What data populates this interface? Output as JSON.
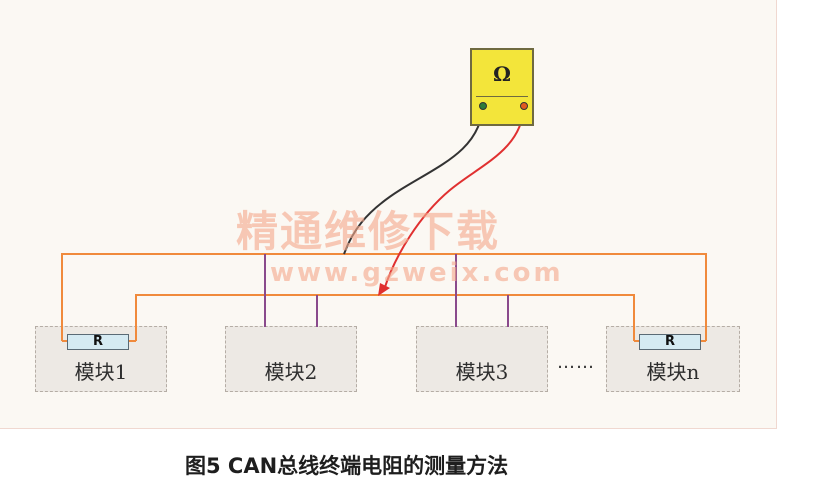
{
  "meter": {
    "symbol": "Ω"
  },
  "modules": [
    {
      "label": "模块1",
      "has_resistor": true
    },
    {
      "label": "模块2",
      "has_resistor": false
    },
    {
      "label": "模块3",
      "has_resistor": false
    },
    {
      "label": "模块n",
      "has_resistor": true
    }
  ],
  "resistor_label": "R",
  "ellipsis": "……",
  "watermark": {
    "chinese": "精通维修下载",
    "url": "www.gzweix.com"
  },
  "caption": "图5 CAN总线终端电阻的测量方法",
  "colors": {
    "bus_wire": "#f08a3c",
    "stub_wire": "#8a4a8c",
    "probe_black": "#333333",
    "probe_red": "#e03030",
    "meter_body": "#f3e53a"
  }
}
